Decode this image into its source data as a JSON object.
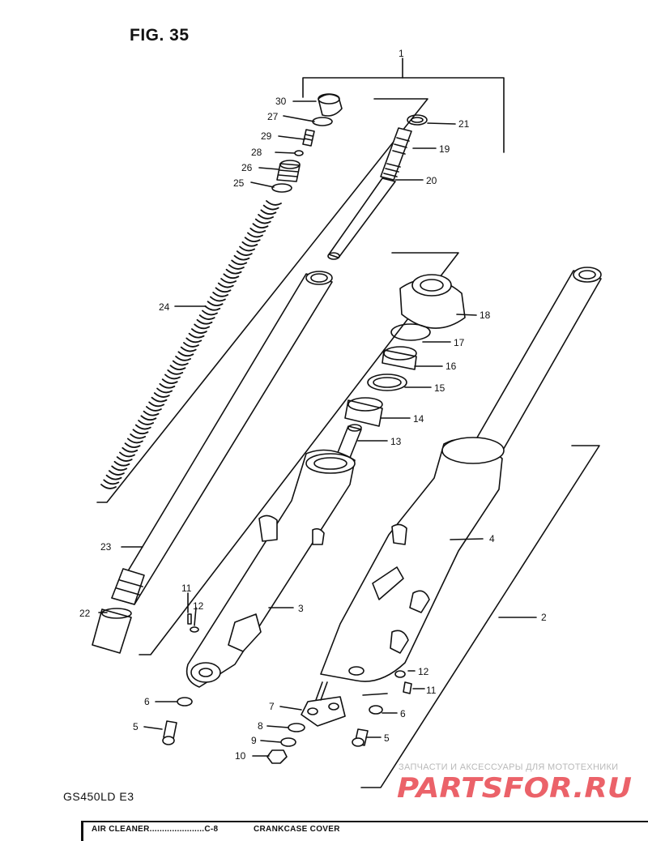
{
  "figure": {
    "title": "FIG. 35",
    "model": "GS450LD E3"
  },
  "parts": [
    {
      "id": "1",
      "label": "1"
    },
    {
      "id": "2",
      "label": "2"
    },
    {
      "id": "3",
      "label": "3"
    },
    {
      "id": "4",
      "label": "4"
    },
    {
      "id": "5a",
      "label": "5"
    },
    {
      "id": "5b",
      "label": "5"
    },
    {
      "id": "6a",
      "label": "6"
    },
    {
      "id": "6b",
      "label": "6"
    },
    {
      "id": "7",
      "label": "7"
    },
    {
      "id": "8",
      "label": "8"
    },
    {
      "id": "9",
      "label": "9"
    },
    {
      "id": "10",
      "label": "10"
    },
    {
      "id": "11a",
      "label": "11"
    },
    {
      "id": "11b",
      "label": "11"
    },
    {
      "id": "12a",
      "label": "12"
    },
    {
      "id": "12b",
      "label": "12"
    },
    {
      "id": "13",
      "label": "13"
    },
    {
      "id": "14",
      "label": "14"
    },
    {
      "id": "15",
      "label": "15"
    },
    {
      "id": "16",
      "label": "16"
    },
    {
      "id": "17",
      "label": "17"
    },
    {
      "id": "18",
      "label": "18"
    },
    {
      "id": "19",
      "label": "19"
    },
    {
      "id": "20",
      "label": "20"
    },
    {
      "id": "21",
      "label": "21"
    },
    {
      "id": "22",
      "label": "22"
    },
    {
      "id": "23",
      "label": "23"
    },
    {
      "id": "24",
      "label": "24"
    },
    {
      "id": "25",
      "label": "25"
    },
    {
      "id": "26",
      "label": "26"
    },
    {
      "id": "27",
      "label": "27"
    },
    {
      "id": "28",
      "label": "28"
    },
    {
      "id": "29",
      "label": "29"
    },
    {
      "id": "30",
      "label": "30"
    }
  ],
  "watermark": {
    "caption": "ЗАПЧАСТИ И АКСЕССУАРЫ ДЛЯ МОТОТЕХНИКИ",
    "logo_text": "PARTSFOR.RU",
    "color": "#e8474f"
  },
  "footer": {
    "item1": "AIR CLEANER......................C-8",
    "item2": "CRANKCASE COVER"
  }
}
